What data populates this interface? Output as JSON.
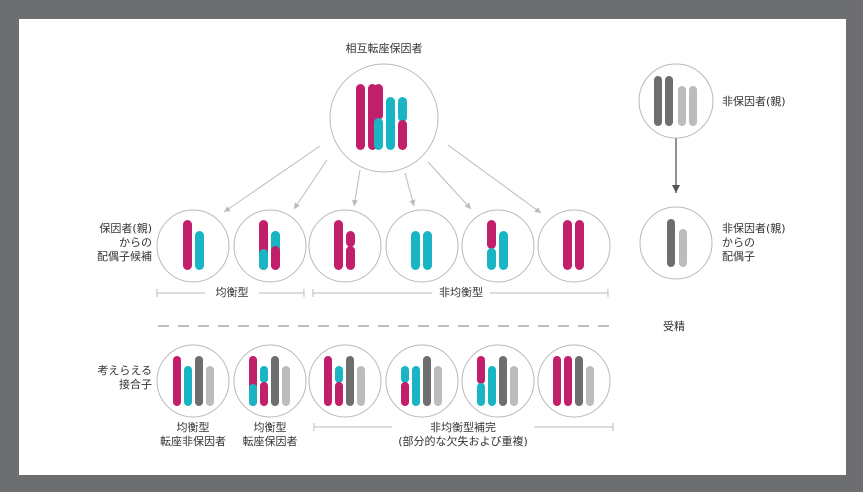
{
  "colors": {
    "magenta": "#c21f6b",
    "teal": "#1ab5c4",
    "dark_gray": "#6e6e6e",
    "light_gray": "#bcbcbc",
    "circle_stroke": "#b9b9b9",
    "arrow": "#bbbbbb",
    "frame": "#6d6e70"
  },
  "labels": {
    "carrier_title": "相互転座保因者",
    "noncarrier_parent": "非保因者(親)",
    "carrier_gamete_label": [
      "保因者(親)",
      "からの",
      "配偶子候補"
    ],
    "noncarrier_gamete_label": [
      "非保因者(親)",
      "からの",
      "配偶子"
    ],
    "balanced": "均衡型",
    "unbalanced": "非均衡型",
    "fertilization": "受精",
    "zygote_label": [
      "考えらえる",
      "接合子"
    ],
    "zygote_caption_1": [
      "均衡型",
      "転座非保因者"
    ],
    "zygote_caption_2": [
      "均衡型",
      "転座保因者"
    ],
    "zygote_caption_3": [
      "非均衡型補完",
      "(部分的な欠失および重複)"
    ]
  }
}
